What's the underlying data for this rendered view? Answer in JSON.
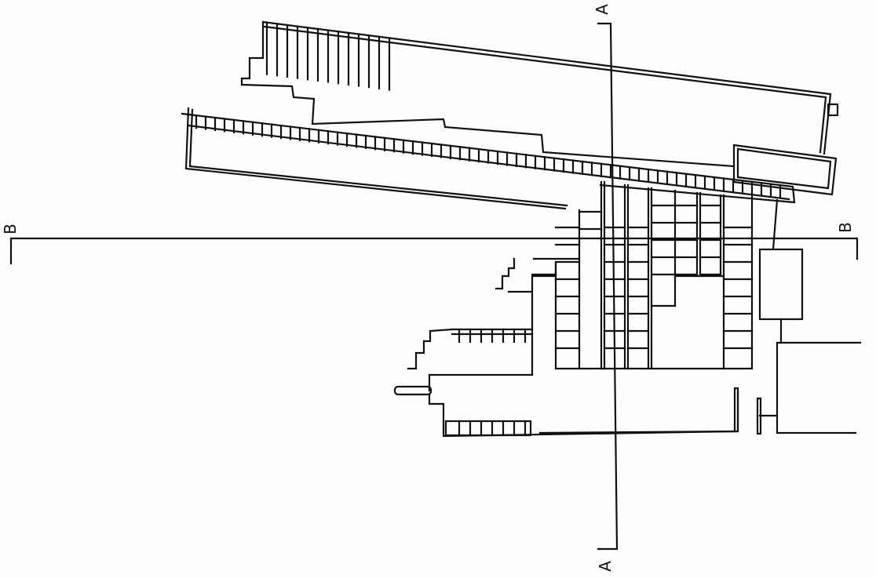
{
  "drawing": {
    "type": "architectural plan",
    "section_a": {
      "label_top": "A",
      "label_bottom": "A"
    },
    "section_b": {
      "label_left": "B",
      "label_right": "B"
    },
    "ink_color": "#111111",
    "paper_color": "#fdfdfd"
  }
}
